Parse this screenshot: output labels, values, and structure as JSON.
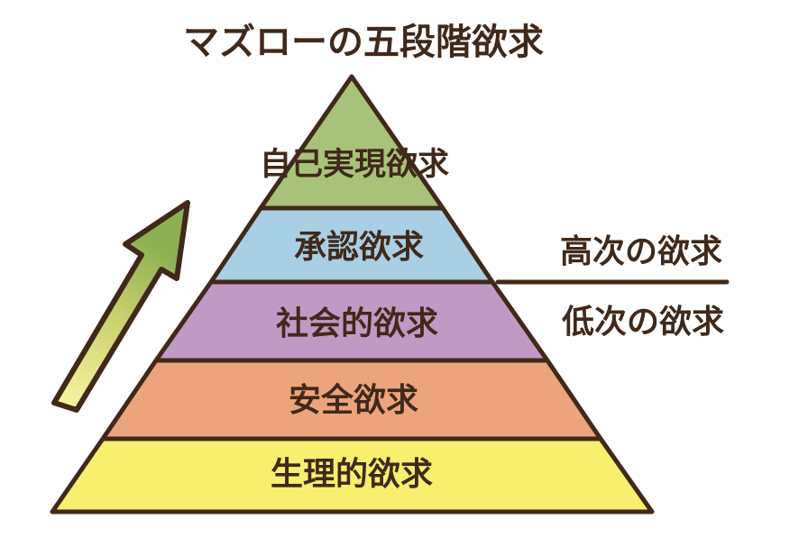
{
  "title": "マズローの五段階欲求",
  "pyramid": {
    "levels": [
      {
        "id": "self-actualization",
        "label": "自己実現欲求",
        "color": "#a8c379"
      },
      {
        "id": "esteem",
        "label": "承認欲求",
        "color": "#a8cfe3"
      },
      {
        "id": "social",
        "label": "社会的欲求",
        "color": "#c09ac4"
      },
      {
        "id": "safety",
        "label": "安全欲求",
        "color": "#eca47d"
      },
      {
        "id": "physiological",
        "label": "生理的欲求",
        "color": "#f9ef6e"
      }
    ]
  },
  "side_labels": {
    "higher": "高次の欲求",
    "lower": "低次の欲求"
  },
  "arrow": {
    "direction": "up",
    "gradient_bottom": "#fbf6a0",
    "gradient_mid": "#c6cf6e",
    "gradient_top": "#8cb052"
  },
  "colors": {
    "outline": "#40291a",
    "text": "#40291a",
    "background": "#ffffff"
  }
}
